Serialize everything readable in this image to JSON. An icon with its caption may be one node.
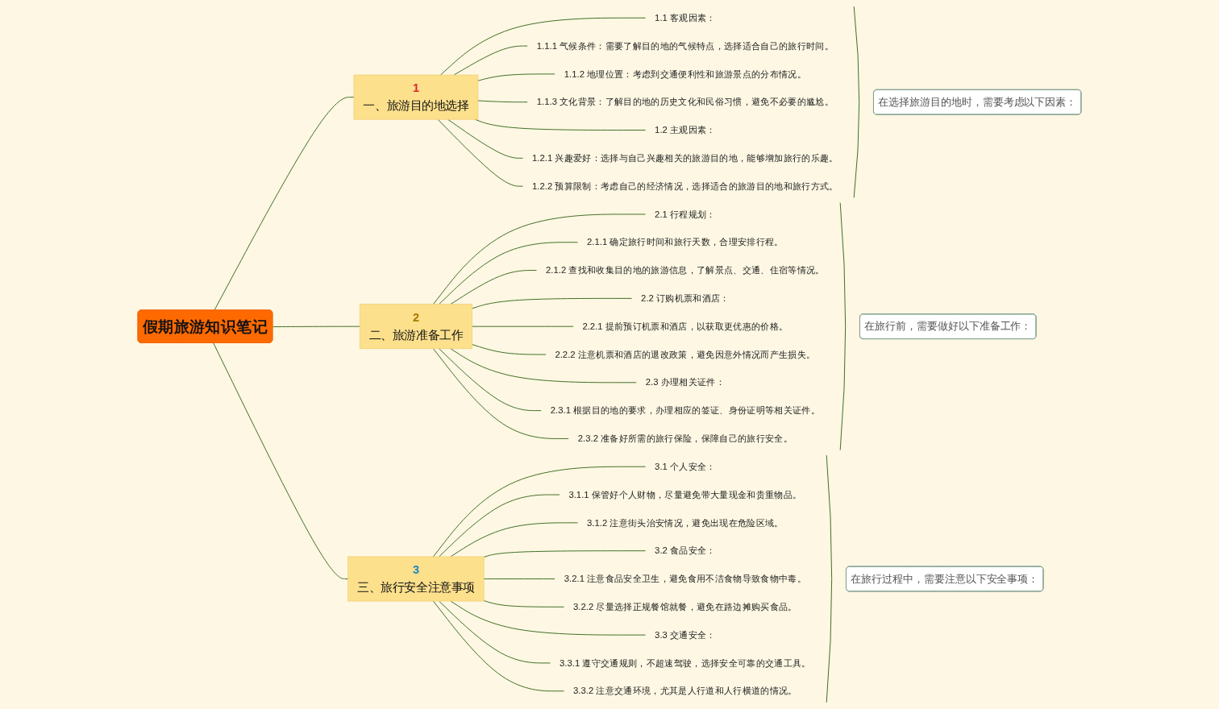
{
  "diagram": {
    "nodes": [
      {
        "text": [
          "假期旅游知识笔记"
        ]
      },
      {
        "text": [
          "1",
          "一、旅游目的地选择"
        ]
      },
      {
        "text": [
          "1.1 客观因素："
        ]
      },
      {
        "text": [
          "1.1.1 气候条件：需要了解目的地的气候特点，选择适合自己的旅行时间。"
        ]
      },
      {
        "text": [
          "1.1.2 地理位置：考虑到交通便利性和旅游景点的分布情况。"
        ]
      },
      {
        "text": [
          "1.1.3 文化背景：了解目的地的历史文化和民俗习惯，避免不必要的尴尬。"
        ]
      },
      {
        "text": [
          "1.2 主观因素："
        ]
      },
      {
        "text": [
          "1.2.1 兴趣爱好：选择与自己兴趣相关的旅游目的地，能够增加旅行的乐趣。"
        ]
      },
      {
        "text": [
          "1.2.2 预算限制：考虑自己的经济情况，选择适合的旅游目的地和旅行方式。"
        ]
      },
      {
        "text": [
          "在选择旅游目的地时，需要考虑以下因素："
        ]
      },
      {
        "text": [
          "2",
          "二、旅游准备工作"
        ]
      },
      {
        "text": [
          "2.1 行程规划："
        ]
      },
      {
        "text": [
          "2.1.1 确定旅行时间和旅行天数，合理安排行程。"
        ]
      },
      {
        "text": [
          "2.1.2 查找和收集目的地的旅游信息，了解景点、交通、住宿等情况。"
        ]
      },
      {
        "text": [
          "2.2 订购机票和酒店："
        ]
      },
      {
        "text": [
          "2.2.1 提前预订机票和酒店，以获取更优惠的价格。"
        ]
      },
      {
        "text": [
          "2.2.2 注意机票和酒店的退改政策，避免因意外情况而产生损失。"
        ]
      },
      {
        "text": [
          "2.3 办理相关证件："
        ]
      },
      {
        "text": [
          "2.3.1 根据目的地的要求，办理相应的签证、身份证明等相关证件。"
        ]
      },
      {
        "text": [
          "2.3.2 准备好所需的旅行保险，保障自己的旅行安全。"
        ]
      },
      {
        "text": [
          "在旅行前，需要做好以下准备工作："
        ]
      },
      {
        "text": [
          "3",
          "三、旅行安全注意事项"
        ]
      },
      {
        "text": [
          "3.1 个人安全："
        ]
      },
      {
        "text": [
          "3.1.1 保管好个人财物，尽量避免带大量现金和贵重物品。"
        ]
      },
      {
        "text": [
          "3.1.2 注意街头治安情况，避免出现在危险区域。"
        ]
      },
      {
        "text": [
          "3.2 食品安全："
        ]
      },
      {
        "text": [
          "3.2.1 注意食品安全卫生，避免食用不洁食物导致食物中毒。"
        ]
      },
      {
        "text": [
          "3.2.2 尽量选择正规餐馆就餐，避免在路边摊购买食品。"
        ]
      },
      {
        "text": [
          "3.3 交通安全："
        ]
      },
      {
        "text": [
          "3.3.1 遵守交通规则，不超速驾驶，选择安全可靠的交通工具。"
        ]
      },
      {
        "text": [
          "3.3.2 注意交通环境，尤其是人行道和人行横道的情况。"
        ]
      },
      {
        "text": [
          "在旅行过程中，需要注意以下安全事项："
        ]
      }
    ],
    "edges": [
      {
        "from": 0,
        "to": 1,
        "arrow": "none"
      },
      {
        "from": 0,
        "to": 10,
        "arrow": "none"
      },
      {
        "from": 0,
        "to": 21,
        "arrow": "none"
      },
      {
        "from": 1,
        "to": 2,
        "arrow": "none"
      },
      {
        "from": 1,
        "to": 3,
        "arrow": "none"
      },
      {
        "from": 1,
        "to": 4,
        "arrow": "none"
      },
      {
        "from": 1,
        "to": 5,
        "arrow": "none"
      },
      {
        "from": 1,
        "to": 6,
        "arrow": "none"
      },
      {
        "from": 1,
        "to": 7,
        "arrow": "none"
      },
      {
        "from": 1,
        "to": 8,
        "arrow": "none"
      },
      {
        "from": 10,
        "to": 11,
        "arrow": "none"
      },
      {
        "from": 10,
        "to": 12,
        "arrow": "none"
      },
      {
        "from": 10,
        "to": 13,
        "arrow": "none"
      },
      {
        "from": 10,
        "to": 14,
        "arrow": "none"
      },
      {
        "from": 10,
        "to": 15,
        "arrow": "none"
      },
      {
        "from": 10,
        "to": 16,
        "arrow": "none"
      },
      {
        "from": 10,
        "to": 17,
        "arrow": "none"
      },
      {
        "from": 10,
        "to": 18,
        "arrow": "none"
      },
      {
        "from": 10,
        "to": 19,
        "arrow": "none"
      },
      {
        "from": 21,
        "to": 22,
        "arrow": "none"
      },
      {
        "from": 21,
        "to": 23,
        "arrow": "none"
      },
      {
        "from": 21,
        "to": 24,
        "arrow": "none"
      },
      {
        "from": 21,
        "to": 25,
        "arrow": "none"
      },
      {
        "from": 21,
        "to": 26,
        "arrow": "none"
      },
      {
        "from": 21,
        "to": 27,
        "arrow": "none"
      },
      {
        "from": 21,
        "to": 28,
        "arrow": "none"
      },
      {
        "from": 21,
        "to": 29,
        "arrow": "none"
      },
      {
        "from": 21,
        "to": 30,
        "arrow": "none"
      }
    ]
  }
}
